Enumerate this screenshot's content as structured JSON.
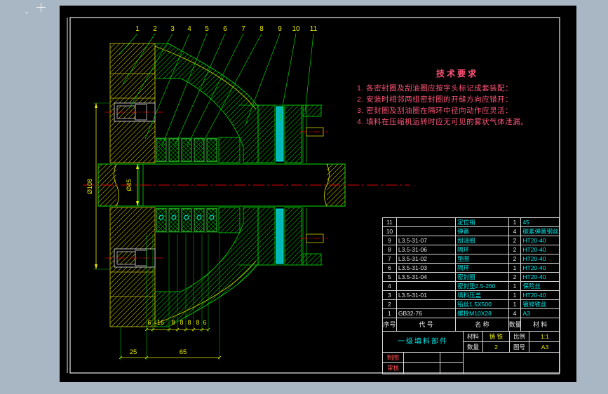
{
  "window": {
    "frame_color": "#a9b6c4",
    "canvas_color": "#000000"
  },
  "colors": {
    "geometry_green": "#00d000",
    "hatch_yellow": "#a8a400",
    "highlight_cyan": "#00e5e5",
    "centerline_red": "#e00000",
    "dimension_yellow": "#e8e800",
    "tech_text_pink": "#ff5577",
    "table_line_white": "#d8d8d8"
  },
  "tech": {
    "title": "技术要求",
    "items": [
      "1. 各密封圈及刮油圈应按字头标记成套装配：",
      "2. 安装时相邻两组密封圈的开缝方向应错开：",
      "3. 密封圈及刮油圈在隔环中径向动作应灵活：",
      "4. 填料在压缩机运转时应无可见的雾状气体泄漏。"
    ]
  },
  "callouts": [
    "1",
    "2",
    "3",
    "4",
    "5",
    "6",
    "7",
    "8",
    "9",
    "10",
    "11"
  ],
  "dims": {
    "phi108": "Ø108",
    "phi45": "Ø45",
    "chain": [
      "6",
      "16",
      "8",
      "8",
      "8",
      "8",
      "6"
    ],
    "d25": "25",
    "d65": "65"
  },
  "bom": {
    "headers": {
      "no": "序号",
      "code": "代  号",
      "name": "名    称",
      "qty": "数量",
      "material": "材  料"
    },
    "rows": [
      {
        "no": "11",
        "code": "",
        "name": "定位销",
        "qty": "1",
        "material": "45"
      },
      {
        "no": "10",
        "code": "",
        "name": "弹簧",
        "qty": "4",
        "material": "碳素弹簧钢丝"
      },
      {
        "no": "9",
        "code": "L3.5-31-07",
        "name": "刮油圈",
        "qty": "2",
        "material": "HT20-40"
      },
      {
        "no": "8",
        "code": "L3.5-31-06",
        "name": "隔环",
        "qty": "2",
        "material": "HT20-40"
      },
      {
        "no": "7",
        "code": "L3.5-31-02",
        "name": "垫圈",
        "qty": "2",
        "material": "HT20-40"
      },
      {
        "no": "6",
        "code": "L3.5-31-03",
        "name": "隔环",
        "qty": "1",
        "material": "HT20-40"
      },
      {
        "no": "5",
        "code": "L3.5-31-04",
        "name": "密封圈",
        "qty": "2",
        "material": "HT20-40"
      },
      {
        "no": "4",
        "code": "",
        "name": "密封垫2.5-260",
        "qty": "1",
        "material": "保险丝"
      },
      {
        "no": "3",
        "code": "L3.5-31-01",
        "name": "填料压盖",
        "qty": "1",
        "material": "HT20-40"
      },
      {
        "no": "2",
        "code": "",
        "name": "铅丝1.5X500",
        "qty": "1",
        "material": "镀锌铁丝"
      },
      {
        "no": "1",
        "code": "GB32-76",
        "name": "螺栓M10X28",
        "qty": "4",
        "material": "A3"
      }
    ]
  },
  "titleblock": {
    "part_name": "一级填料部件",
    "material_label": "材料",
    "material_value": "铸  铁",
    "scale_label": "比例",
    "scale_value": "1:1",
    "qty_label": "数量",
    "qty_value": "2",
    "sheet_label": "图号",
    "sheet_value": "A3",
    "drawn_label": "制图",
    "checked_label": "审核"
  }
}
